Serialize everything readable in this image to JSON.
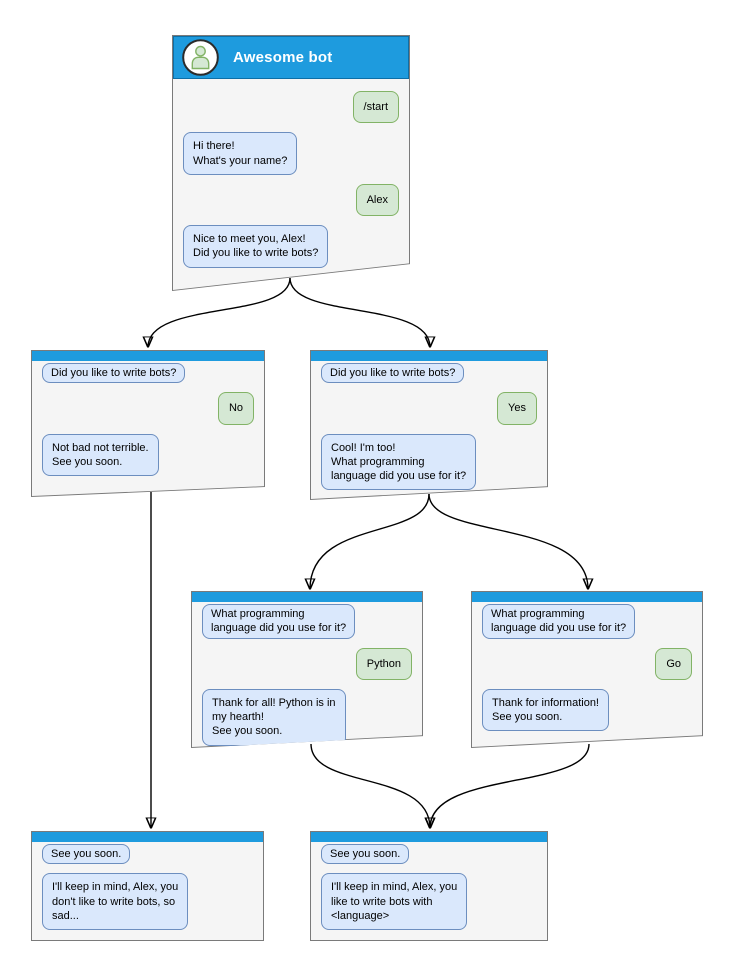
{
  "colors": {
    "canvas": "#ffffff",
    "header_blue": "#1e9bde",
    "header_border": "#0d6fa7",
    "window_fill": "#f5f5f5",
    "window_border": "#7a7a7a",
    "bubble_in_fill": "#dae8fc",
    "bubble_in_border": "#6c8ebf",
    "bubble_out_fill": "#d5e8d4",
    "bubble_out_border": "#82b366",
    "arrow": "#000000",
    "avatar_fill": "#d5e8d4",
    "avatar_stroke": "#82b366"
  },
  "windows": [
    {
      "id": "main",
      "title": "Awesome bot",
      "messages": [
        {
          "side": "out",
          "text": "/start"
        },
        {
          "side": "in",
          "text": "Hi there!\nWhat's your name?"
        },
        {
          "side": "out",
          "text": "Alex"
        },
        {
          "side": "in",
          "text": "Nice to meet you, Alex!\nDid you like to write bots?"
        }
      ]
    },
    {
      "id": "branch-no",
      "messages": [
        {
          "side": "in",
          "text": "Did you like to write bots?"
        },
        {
          "side": "out",
          "text": "No"
        },
        {
          "side": "in",
          "text": "Not bad not terrible.\nSee you soon."
        }
      ]
    },
    {
      "id": "branch-yes",
      "messages": [
        {
          "side": "in",
          "text": "Did you like to write bots?"
        },
        {
          "side": "out",
          "text": "Yes"
        },
        {
          "side": "in",
          "text": "Cool! I'm too!\nWhat programming\nlanguage did you use for it?"
        }
      ]
    },
    {
      "id": "lang-python",
      "messages": [
        {
          "side": "in",
          "text": "What programming\nlanguage did you use for it?"
        },
        {
          "side": "out",
          "text": "Python"
        },
        {
          "side": "in",
          "text": "Thank for all! Python is in\nmy hearth!\nSee you soon."
        }
      ]
    },
    {
      "id": "lang-go",
      "messages": [
        {
          "side": "in",
          "text": "What programming\nlanguage did you use for it?"
        },
        {
          "side": "out",
          "text": "Go"
        },
        {
          "side": "in",
          "text": "Thank for information!\nSee you soon."
        }
      ]
    },
    {
      "id": "end-no",
      "messages": [
        {
          "side": "in",
          "text": "See you soon."
        },
        {
          "side": "in",
          "text": "I'll keep in mind, Alex, you\ndon't like to write bots, so\nsad..."
        }
      ]
    },
    {
      "id": "end-yes",
      "messages": [
        {
          "side": "in",
          "text": "See you soon."
        },
        {
          "side": "in",
          "text": "I'll keep in mind, Alex, you\nlike to write bots with\n<language>"
        }
      ]
    }
  ],
  "edges": [
    {
      "from": "main",
      "to": "branch-no"
    },
    {
      "from": "main",
      "to": "branch-yes"
    },
    {
      "from": "branch-yes",
      "to": "lang-python"
    },
    {
      "from": "branch-yes",
      "to": "lang-go"
    },
    {
      "from": "branch-no",
      "to": "end-no"
    },
    {
      "from": "lang-python",
      "to": "end-yes"
    },
    {
      "from": "lang-go",
      "to": "end-yes"
    }
  ]
}
